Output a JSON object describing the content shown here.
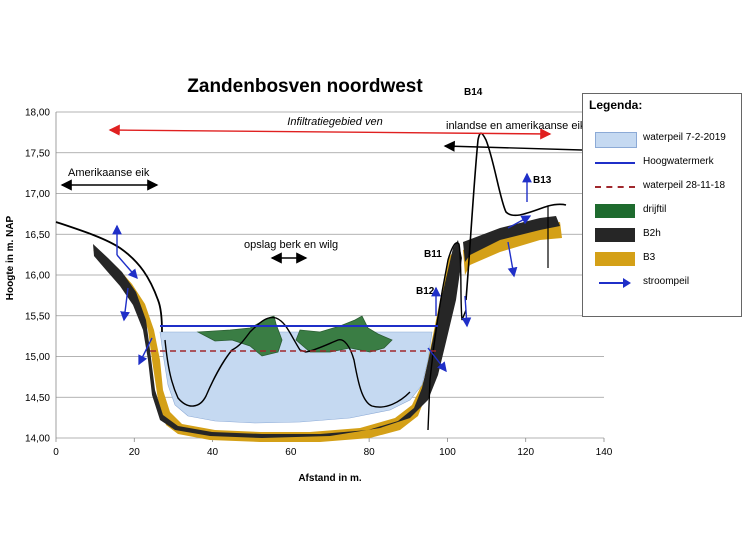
{
  "title": "Zandenbosven noordwest",
  "axes": {
    "xlabel": "Afstand in m.",
    "ylabel": "Hoogte in m. NAP",
    "xticks": [
      "0",
      "20",
      "40",
      "60",
      "80",
      "100",
      "120",
      "140"
    ],
    "yticks": [
      "14,00",
      "14,50",
      "15,00",
      "15,50",
      "16,00",
      "16,50",
      "17,00",
      "17,50",
      "18,00"
    ],
    "xlim": [
      0,
      140
    ],
    "ylim": [
      14.0,
      18.0
    ],
    "grid": "horizontal"
  },
  "annotations": {
    "infiltration": "Infiltratiegebied ven",
    "inlandse": "inlandse en amerikaanse eik",
    "amerikaanse": "Amerikaanse eik",
    "opslag": "opslag berk en wilg",
    "b11": "B11",
    "b12": "B12",
    "b13": "B13",
    "b14": "B14"
  },
  "legend": {
    "title": "Legenda:",
    "items": [
      {
        "label": "waterpeil 7-2-2019",
        "kind": "fill",
        "color": "#c5d9f1"
      },
      {
        "label": "Hoogwatermerk",
        "kind": "line",
        "color": "#1f2fc8"
      },
      {
        "label": "waterpeil 28-11-18",
        "kind": "dash",
        "color": "#a0282d"
      },
      {
        "label": "drijftil",
        "kind": "fill",
        "color": "#1e6b2e"
      },
      {
        "label": "B2h",
        "kind": "fill",
        "color": "#262626"
      },
      {
        "label": "B3",
        "kind": "fill",
        "color": "#d4a017"
      },
      {
        "label": "stroompeil",
        "kind": "arrow",
        "color": "#1f2fc8"
      }
    ]
  },
  "colors": {
    "water": "#c5d9f1",
    "hoogwater": "#1f2fc8",
    "waterpeil_nov": "#a0282d",
    "drijftil": "#3a7d44",
    "b2h": "#262626",
    "b3": "#d4a017",
    "arrow_red": "#e02020",
    "arrow_blue": "#1f2fc8"
  },
  "chart_data": {
    "type": "area",
    "title": "Zandenbosven noordwest",
    "xlabel": "Afstand in m.",
    "ylabel": "Hoogte in m. NAP",
    "xlim": [
      0,
      140
    ],
    "ylim": [
      14.0,
      18.0
    ],
    "series": [
      {
        "name": "waterpeil 7-2-2019",
        "level": 15.3,
        "x_range": [
          26,
          96
        ]
      },
      {
        "name": "Hoogwatermerk",
        "level": 15.38,
        "x_range": [
          26,
          96
        ]
      },
      {
        "name": "waterpeil 28-11-18",
        "level": 15.08,
        "x_range": [
          24,
          96
        ]
      },
      {
        "name": "B2h",
        "x": [
          10,
          18,
          22,
          24,
          26,
          28,
          30,
          34,
          40,
          55,
          70,
          80,
          88,
          92,
          95,
          97,
          98,
          100,
          102,
          104,
          106,
          115,
          125,
          128
        ],
        "y": [
          16.35,
          15.9,
          15.7,
          15.45,
          15.0,
          14.55,
          14.35,
          14.2,
          14.15,
          14.12,
          14.15,
          14.25,
          14.45,
          14.8,
          15.2,
          15.5,
          15.7,
          16.1,
          16.3,
          16.4,
          16.45,
          16.52,
          16.6,
          16.63
        ]
      },
      {
        "name": "B3",
        "x": [
          10,
          18,
          22,
          25,
          28,
          31,
          35,
          45,
          60,
          75,
          85,
          90,
          94,
          96,
          98,
          100,
          102,
          104,
          106,
          115,
          125,
          128
        ],
        "y": [
          16.2,
          15.75,
          15.45,
          14.95,
          14.3,
          14.1,
          14.02,
          13.98,
          13.98,
          14.0,
          14.15,
          14.3,
          14.6,
          15.0,
          15.5,
          15.85,
          16.05,
          16.2,
          16.25,
          16.35,
          16.47,
          16.5
        ]
      },
      {
        "name": "drijftil",
        "x_range": [
          36,
          86
        ],
        "top": 15.45,
        "bottom": 15.0
      }
    ]
  }
}
